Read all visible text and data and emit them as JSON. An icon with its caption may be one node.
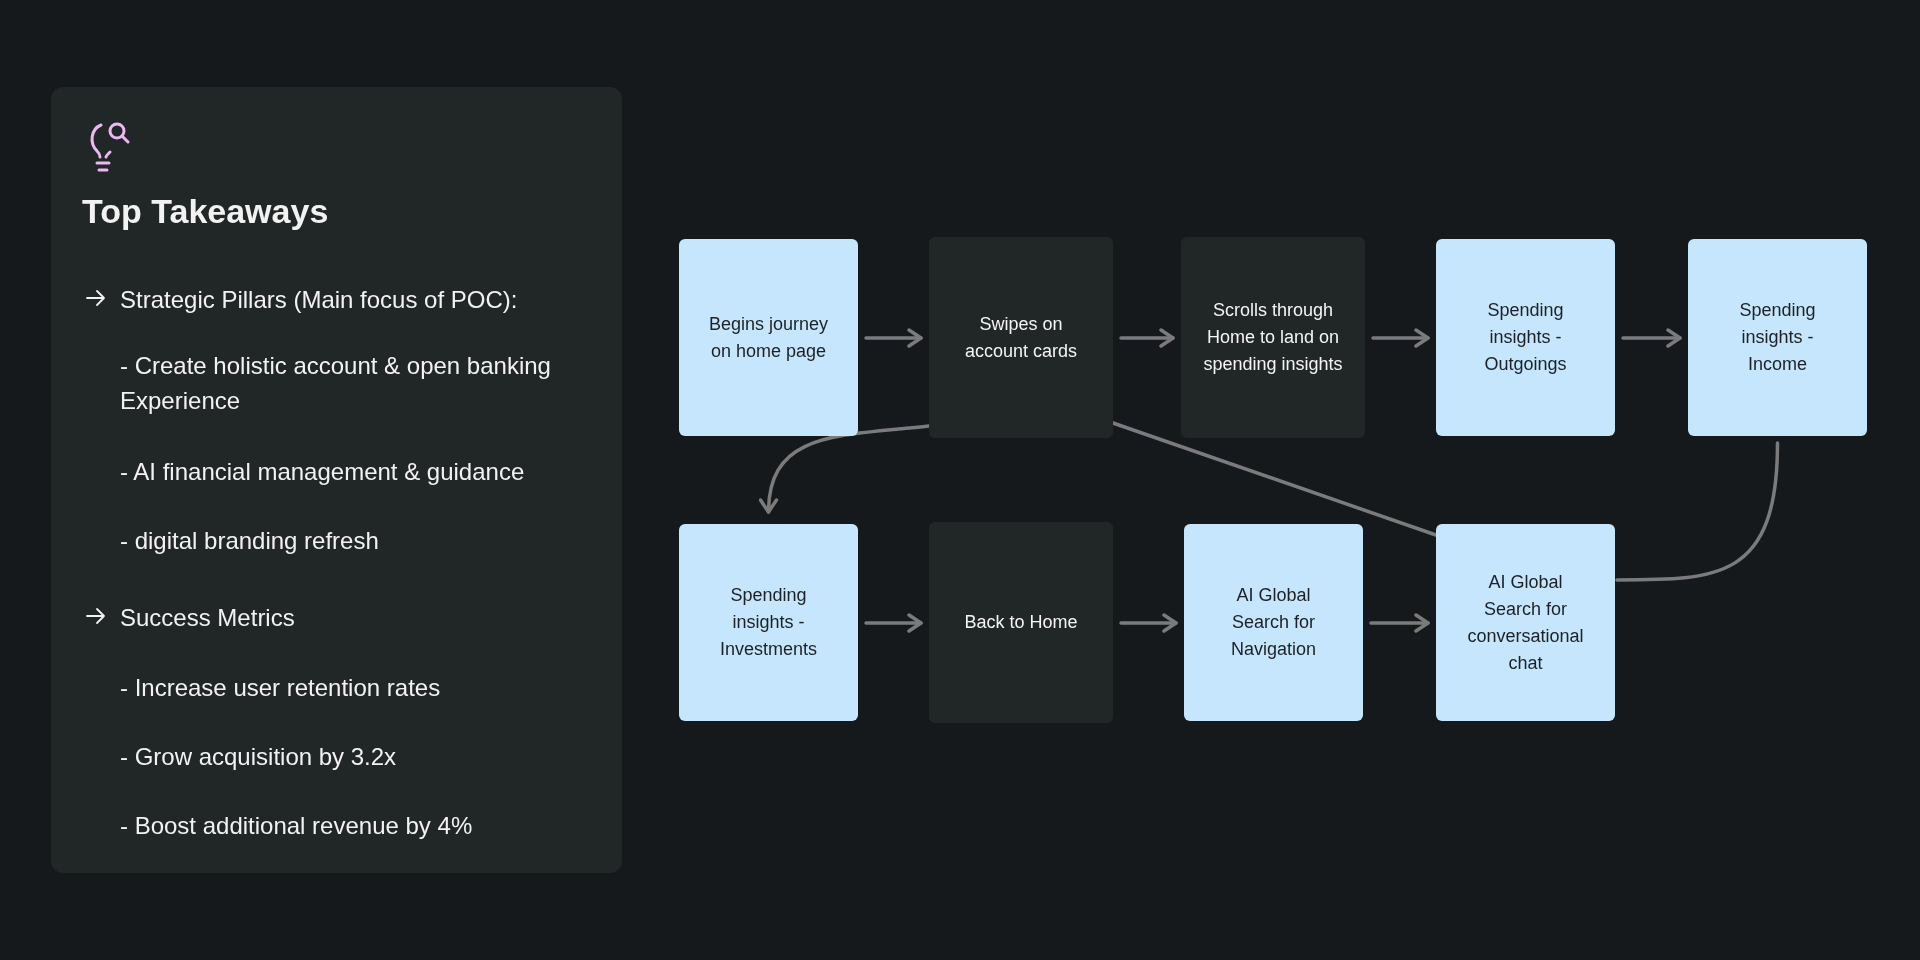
{
  "diagram": {
    "nodes": [
      {
        "text": [
          "Top Takeaways",
          "Strategic Pillars (Main focus of POC):",
          "- Create holistic account & open banking Experience",
          "- AI financial management & guidance",
          "- digital branding refresh",
          "Success Metrics",
          "- Increase user retention rates",
          "- Grow acquisition by 3.2x",
          "- Boost additional revenue by 4%"
        ]
      },
      {
        "text": [
          "Begins journey on home page"
        ]
      },
      {
        "text": [
          "Swipes on account cards"
        ]
      },
      {
        "text": [
          "Scrolls through Home to land on spending insights"
        ]
      },
      {
        "text": [
          "Spending insights - Outgoings"
        ]
      },
      {
        "text": [
          "Spending insights - Income"
        ]
      },
      {
        "text": [
          "Spending insights - Investments"
        ]
      },
      {
        "text": [
          "Back to Home"
        ]
      },
      {
        "text": [
          "AI Global Search for Navigation"
        ]
      },
      {
        "text": [
          "AI Global Search for conversational chat"
        ]
      }
    ],
    "edges": [
      {
        "from": 1,
        "to": 2,
        "arrow": "to"
      },
      {
        "from": 2,
        "to": 3,
        "arrow": "to"
      },
      {
        "from": 3,
        "to": 4,
        "arrow": "to"
      },
      {
        "from": 4,
        "to": 5,
        "arrow": "to"
      },
      {
        "from": 2,
        "to": 6,
        "arrow": "to"
      },
      {
        "from": 6,
        "to": 7,
        "arrow": "to"
      },
      {
        "from": 7,
        "to": 8,
        "arrow": "to"
      },
      {
        "from": 8,
        "to": 9,
        "arrow": "to"
      },
      {
        "from": 2,
        "to": 9,
        "arrow": "none"
      },
      {
        "from": 5,
        "to": 9,
        "arrow": "none"
      }
    ]
  }
}
